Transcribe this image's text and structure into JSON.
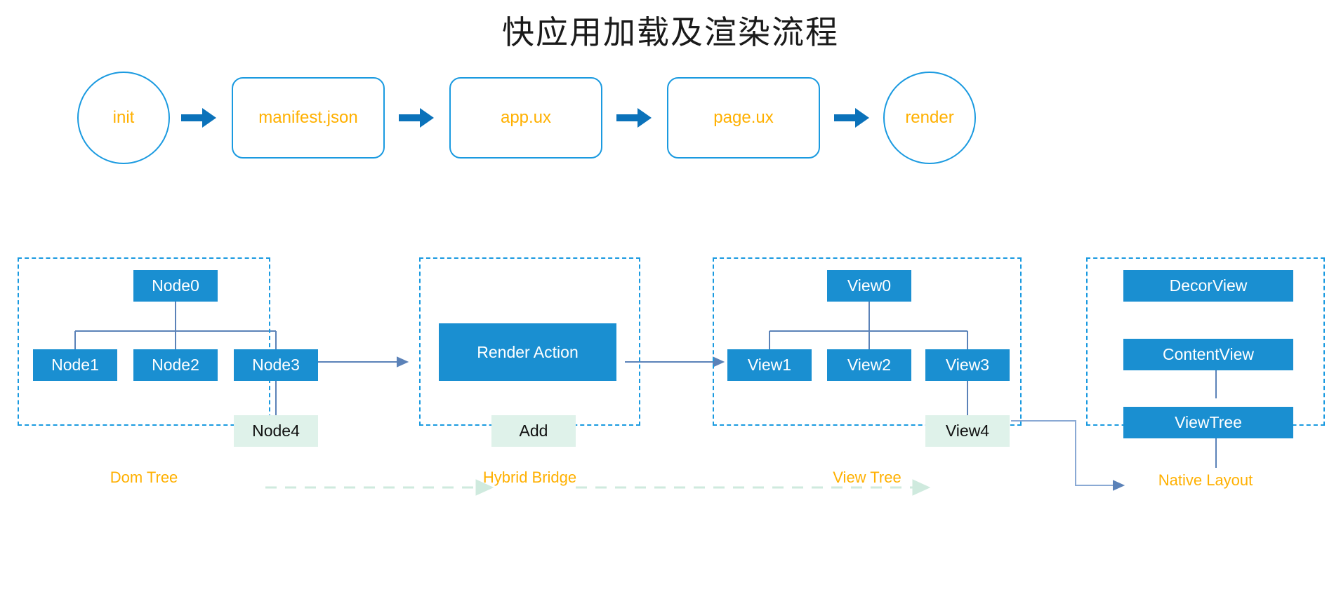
{
  "title": "快应用加载及渲染流程",
  "colors": {
    "accent_blue": "#1a9ae0",
    "node_blue": "#1a8fd1",
    "label_orange": "#ffb000",
    "mint": "#dff2ea",
    "connector": "#5b82b8",
    "arrow_blue": "#0b72ba"
  },
  "flow": {
    "nodes": [
      {
        "label": "init",
        "shape": "circle"
      },
      {
        "label": "manifest.json",
        "shape": "rounded-rect"
      },
      {
        "label": "app.ux",
        "shape": "rounded-rect"
      },
      {
        "label": "page.ux",
        "shape": "rounded-rect"
      },
      {
        "label": "render",
        "shape": "circle"
      }
    ],
    "arrow_count": 4
  },
  "panels": [
    {
      "name": "dom-tree",
      "label": "Dom Tree",
      "nodes": [
        {
          "label": "Node0",
          "style": "blue"
        },
        {
          "label": "Node1",
          "style": "blue"
        },
        {
          "label": "Node2",
          "style": "blue"
        },
        {
          "label": "Node3",
          "style": "blue"
        },
        {
          "label": "Node4",
          "style": "mint"
        }
      ]
    },
    {
      "name": "hybrid-bridge",
      "label": "Hybrid Bridge",
      "nodes": [
        {
          "label": "Render Action",
          "style": "blue"
        },
        {
          "label": "Add",
          "style": "mint"
        }
      ]
    },
    {
      "name": "view-tree",
      "label": "View Tree",
      "nodes": [
        {
          "label": "View0",
          "style": "blue"
        },
        {
          "label": "View1",
          "style": "blue"
        },
        {
          "label": "View2",
          "style": "blue"
        },
        {
          "label": "View3",
          "style": "blue"
        },
        {
          "label": "View4",
          "style": "mint"
        }
      ]
    },
    {
      "name": "native-layout",
      "label": "Native Layout",
      "nodes": [
        {
          "label": "DecorView",
          "style": "blue"
        },
        {
          "label": "ContentView",
          "style": "blue"
        },
        {
          "label": "ViewTree",
          "style": "blue"
        }
      ]
    }
  ]
}
